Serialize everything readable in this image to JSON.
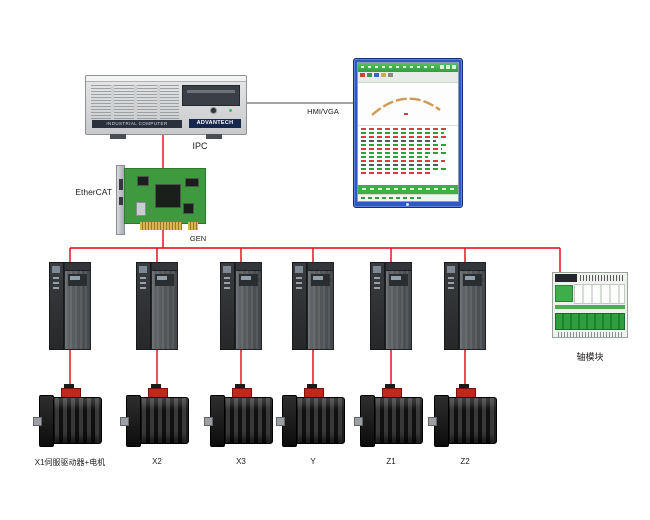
{
  "diagram": {
    "colors": {
      "bus_line_red": "#e60012",
      "hmi_line_black": "#4a4a4a",
      "pcb_green": "#3f9a3f",
      "module_green": "#3fae4a",
      "monitor_frame_blue": "#2e57c8"
    },
    "ipc": {
      "label": "IPC",
      "brand": "ADVANTECH",
      "model_text": "INDUSTRIAL COMPUTER"
    },
    "hmi_link": {
      "label": "HMI/VGA"
    },
    "ethercat": {
      "label": "EtherCAT",
      "card_label": "GEN"
    },
    "axis_module": {
      "label": "轴模块"
    },
    "motors": [
      {
        "label": "X1伺服驱动器+电机"
      },
      {
        "label": "X2"
      },
      {
        "label": "X3"
      },
      {
        "label": "Y"
      },
      {
        "label": "Z1"
      },
      {
        "label": "Z2"
      }
    ]
  }
}
